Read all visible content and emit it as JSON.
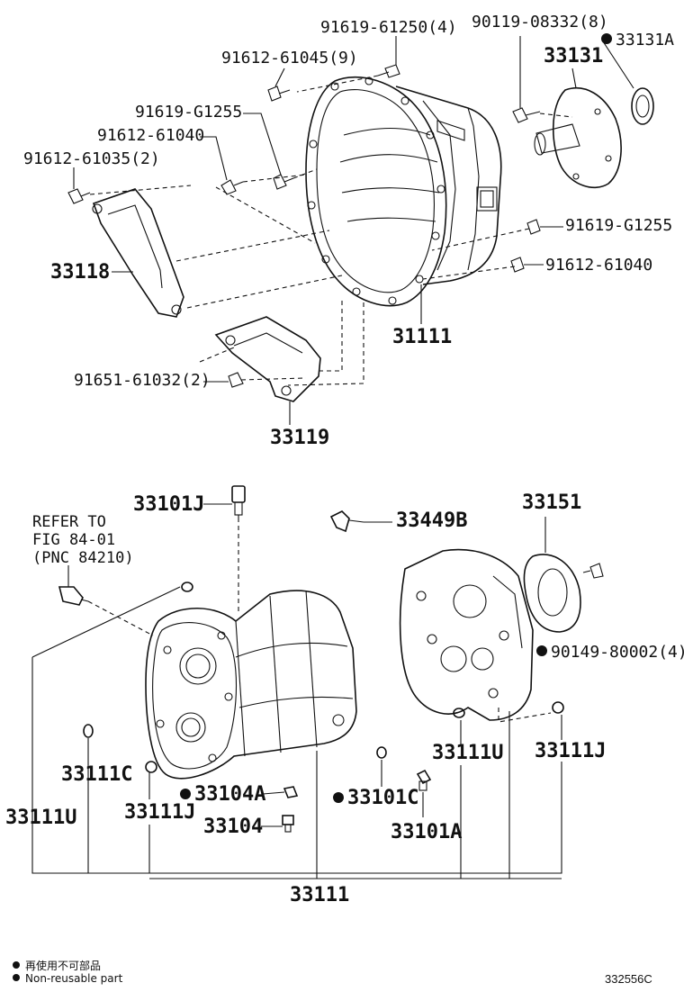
{
  "labels": {
    "p91619_61250": "91619-61250(4)",
    "p90119_08332": "90119-08332(8)",
    "p91612_61045": "91612-61045(9)",
    "p33131": "33131",
    "p33131A": "33131A",
    "p91619_G1255_a": "91619-G1255",
    "p91612_61040_a": "91612-61040",
    "p91612_61035": "91612-61035(2)",
    "p91619_G1255_b": "91619-G1255",
    "p91612_61040_b": "91612-61040",
    "p33118": "33118",
    "p31111": "31111",
    "p91651_61032": "91651-61032(2)",
    "p33119": "33119",
    "p33101J": "33101J",
    "p33449B": "33449B",
    "p33151": "33151",
    "p90149_80002": "90149-80002(4)",
    "p33111U_a": "33111U",
    "p33111J_a": "33111J",
    "p33111C": "33111C",
    "p33111U_b": "33111U",
    "p33111J_b": "33111J",
    "p33104A": "33104A",
    "p33104": "33104",
    "p33101C": "33101C",
    "p33101A": "33101A",
    "p33111": "33111"
  },
  "refer_note": "REFER TO\nFIG 84-01\n(PNC 84210)",
  "legend": {
    "japanese": "再使用不可部品",
    "english": "Non-reusable part"
  },
  "figure_id": "332556C"
}
